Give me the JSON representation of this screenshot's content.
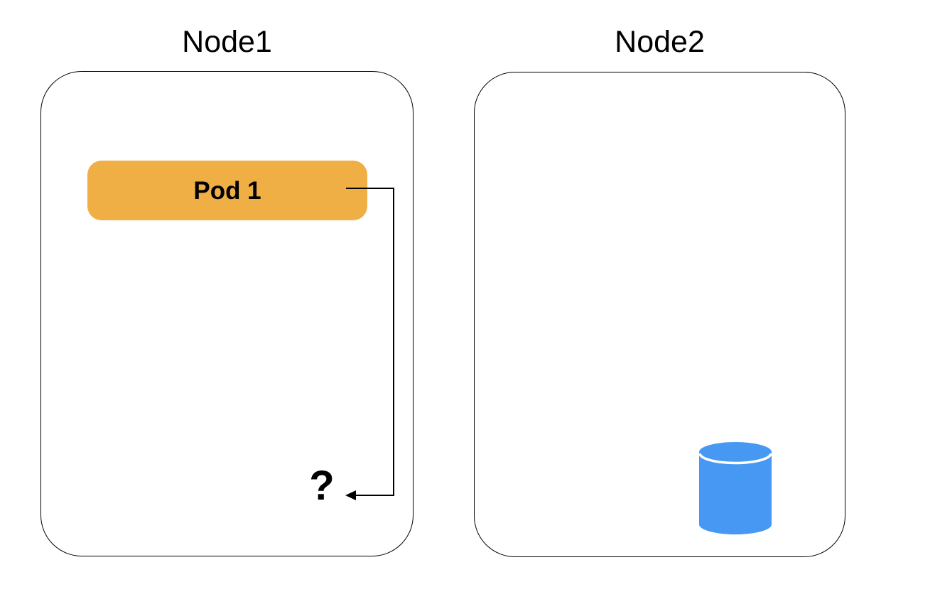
{
  "nodes": [
    {
      "title": "Node1"
    },
    {
      "title": "Node2"
    }
  ],
  "pod": {
    "label": "Pod 1"
  },
  "question_mark": "?",
  "icons": {
    "database": "database-cylinder-icon",
    "arrow": "elbow-arrow-left-icon"
  },
  "colors": {
    "pod_fill": "#F0AF44",
    "pod_text": "#000000",
    "database_fill": "#4798F2",
    "database_band": "#FFFFFF",
    "line": "#000000",
    "node_border": "#000000",
    "background": "#FFFFFF"
  }
}
